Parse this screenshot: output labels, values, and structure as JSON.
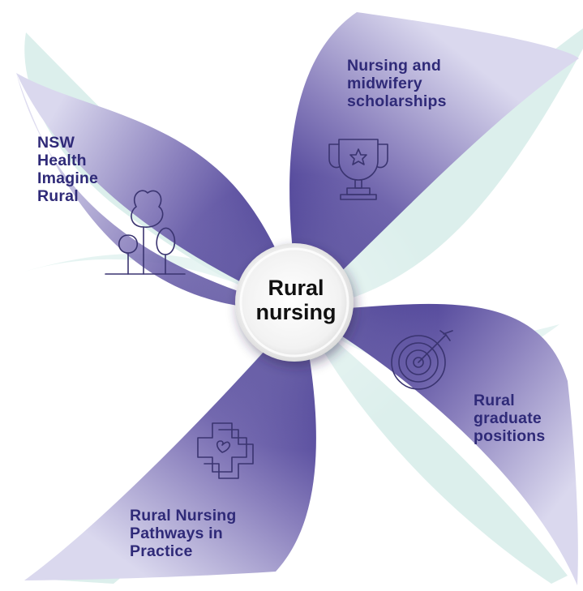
{
  "center": {
    "label": "Rural\nnursing"
  },
  "blades": [
    {
      "id": "top-right",
      "label": "Nursing and\nmidwifery\nscholarships",
      "icon": "trophy-icon"
    },
    {
      "id": "top-left",
      "label": "NSW\nHealth\nImagine\nRural",
      "icon": "trees-icon"
    },
    {
      "id": "bottom-right",
      "label": "Rural\ngraduate\npositions",
      "icon": "target-icon"
    },
    {
      "id": "bottom-left",
      "label": "Rural Nursing\nPathways in\nPractice",
      "icon": "medical-cross-heart-icon"
    }
  ],
  "colors": {
    "teal_light": "#dcefec",
    "purple_dark": "#3b2f8c",
    "purple_mid": "#6a5ea8",
    "lavender": "#c8c3df",
    "label_text": "#2f2a78",
    "icon_stroke": "#3a3470"
  }
}
